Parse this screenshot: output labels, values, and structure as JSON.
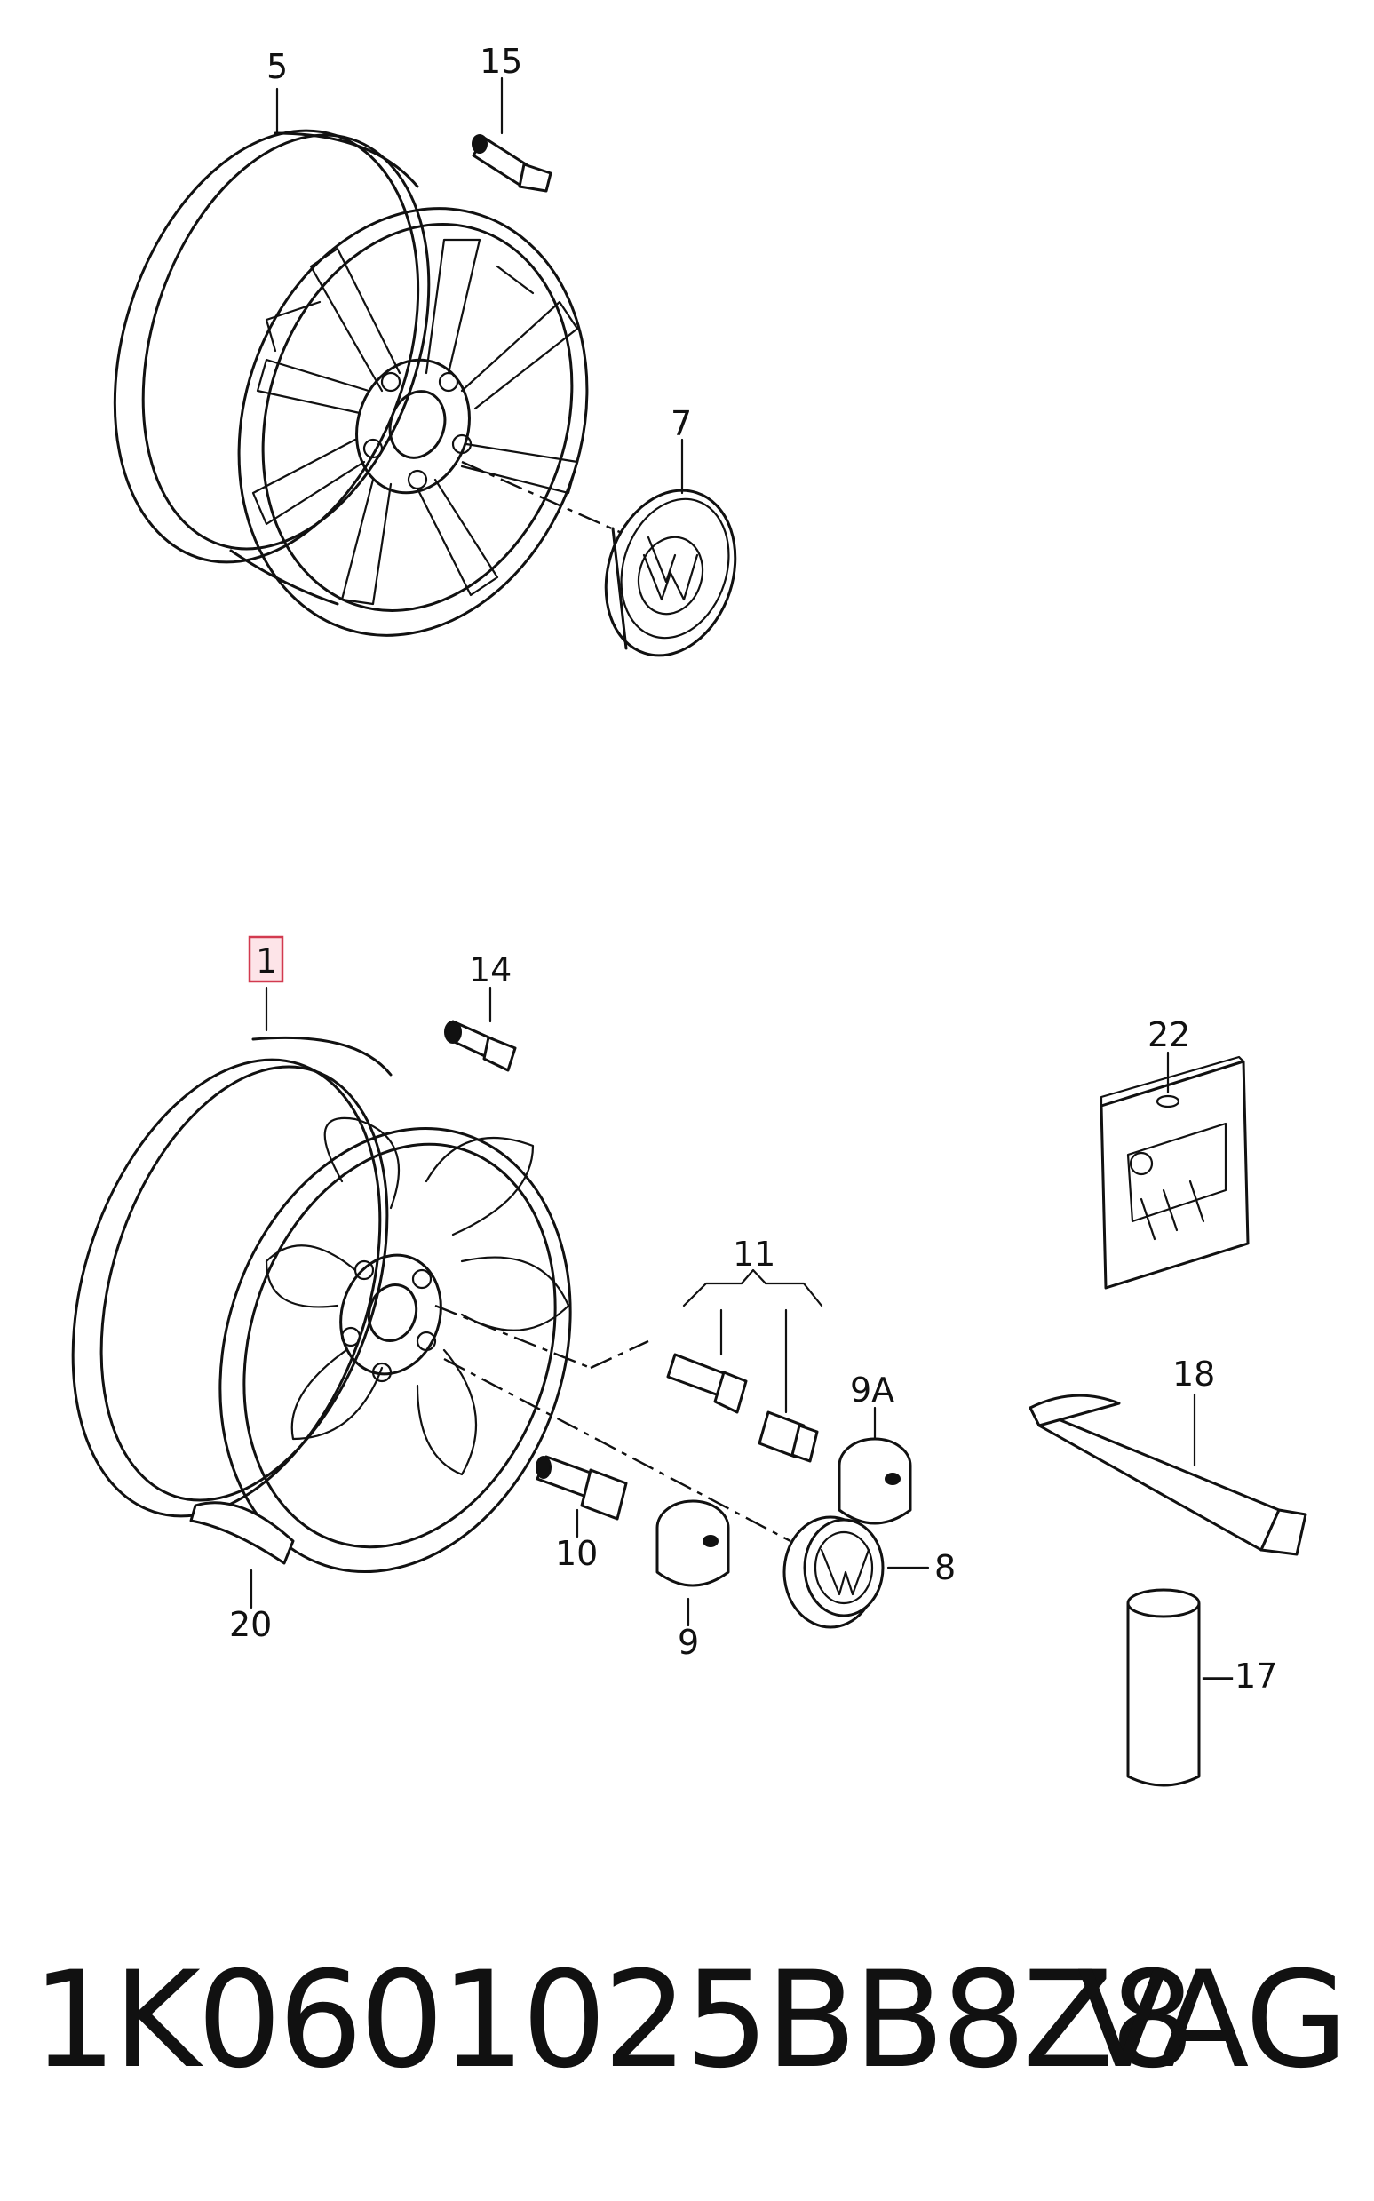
{
  "callouts": {
    "c1": "1",
    "c5": "5",
    "c7": "7",
    "c8": "8",
    "c9": "9",
    "c9a": "9A",
    "c10": "10",
    "c11": "11",
    "c14": "14",
    "c15": "15",
    "c17": "—17",
    "c18": "18",
    "c20": "20",
    "c22": "22"
  },
  "highlighted_callout": "1",
  "colors": {
    "highlight_fill": "#fde4e8",
    "highlight_stroke": "#d23a4f",
    "ink": "#111111"
  },
  "footer": {
    "part_number": "1K0601025BB8Z8",
    "brand": "VAG"
  }
}
